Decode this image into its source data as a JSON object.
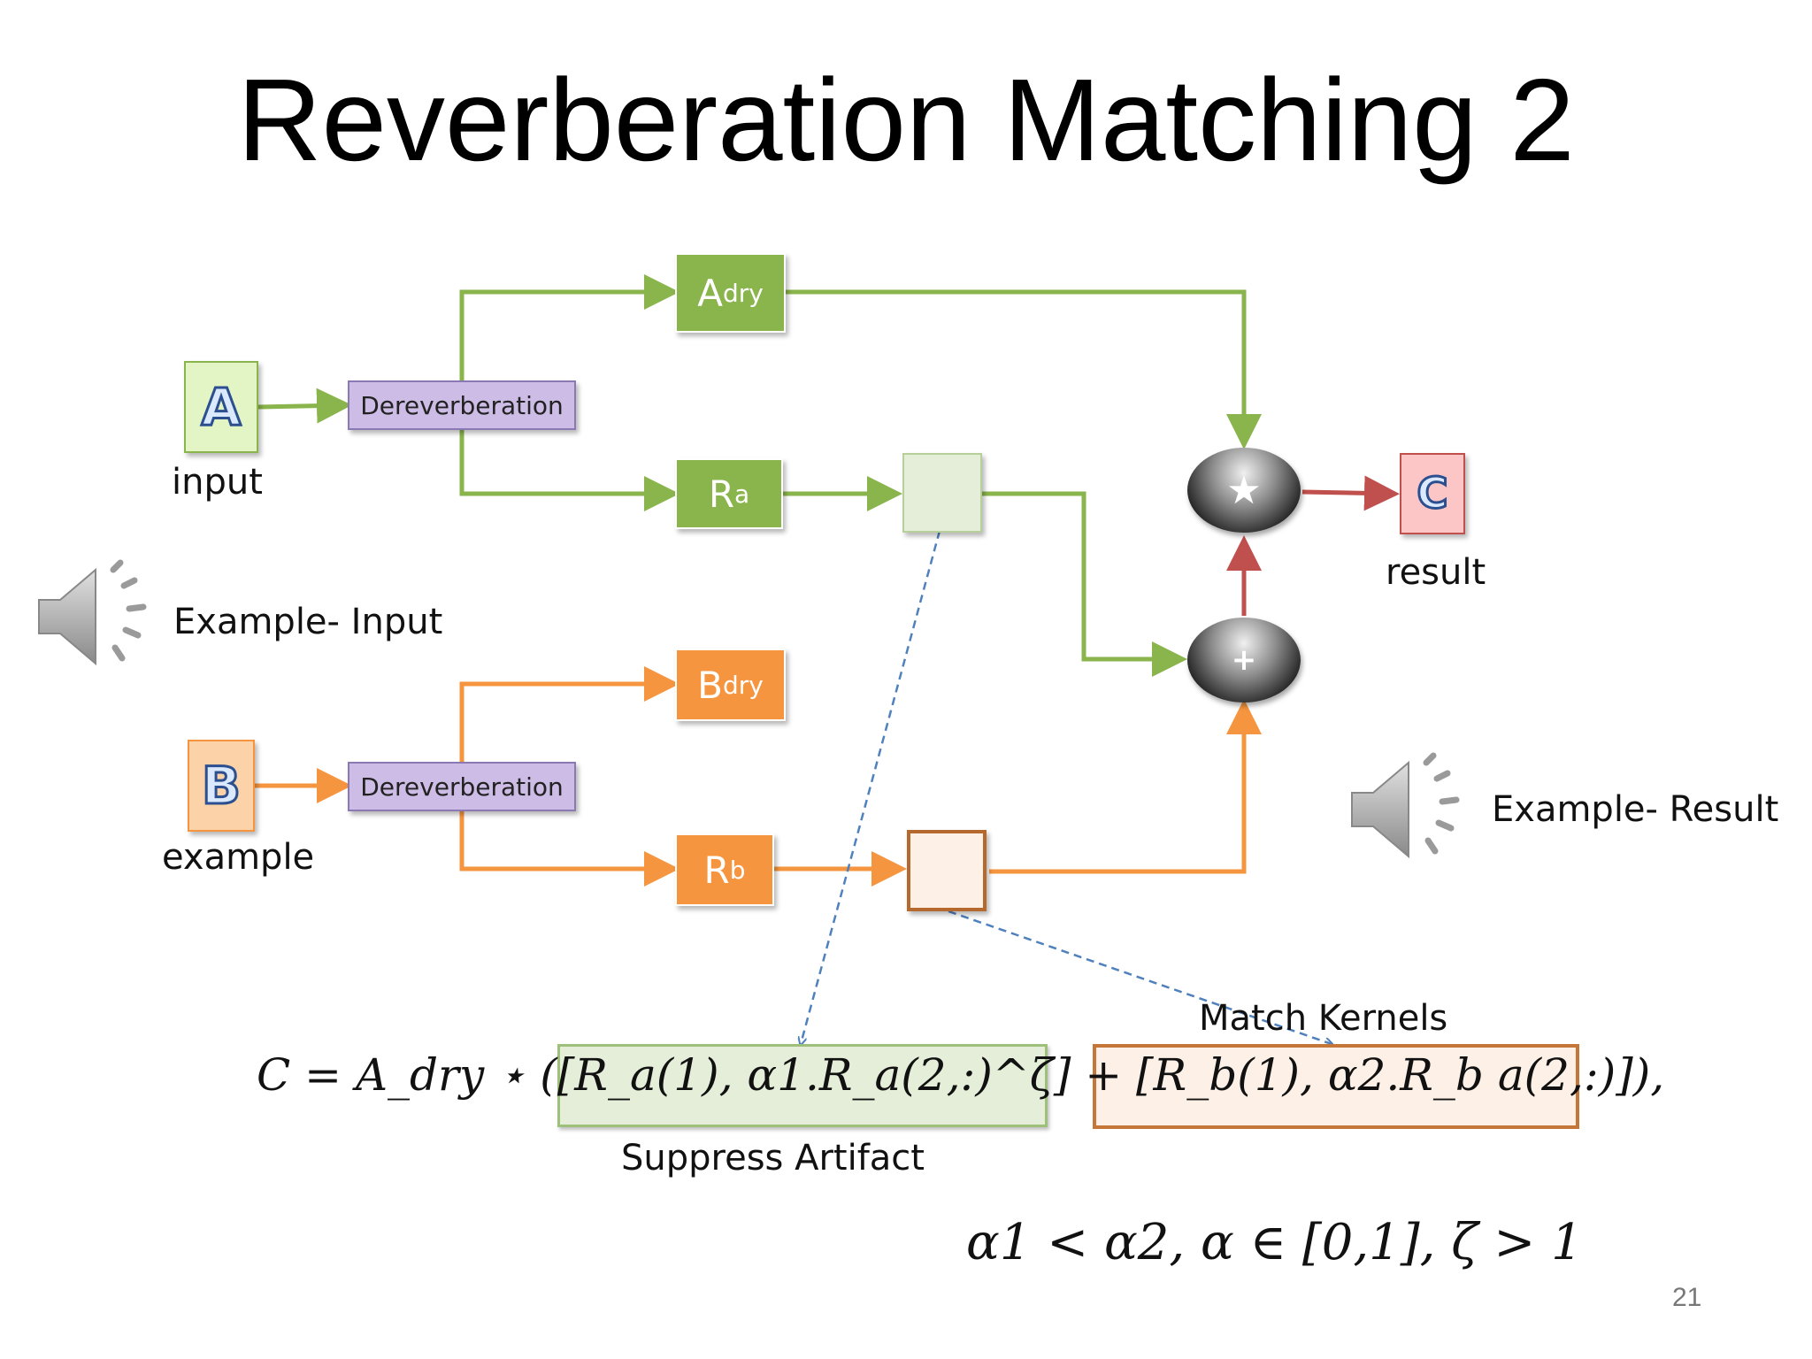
{
  "title": "Reverberation Matching 2",
  "nodes": {
    "A": "A",
    "B": "B",
    "C": "C",
    "dereverb_top": "Dereverberation",
    "dereverb_bottom": "Dereverberation",
    "adry_main": "A",
    "adry_sub": "dry",
    "ra_main": "R",
    "ra_sub": "a",
    "bdry_main": "B",
    "bdry_sub": "dry",
    "rb_main": "R",
    "rb_sub": "b",
    "star_op": "★",
    "plus_op": "+"
  },
  "labels": {
    "input": "input",
    "example": "example",
    "result": "result",
    "example_input": "Example- Input",
    "example_result": "Example- Result",
    "match_kernels": "Match Kernels",
    "suppress_artifact": "Suppress Artifact"
  },
  "formula": {
    "main": "C = A_dry ⋆ ([R_a(1), α1.R_a(2,:)^ζ] + [R_b(1), α2.R_b a(2,:)]),",
    "constraints": "α1 < α2,  α ∈ [0,1],  ζ > 1"
  },
  "page_number": "21",
  "colors": {
    "green": "#8ab44c",
    "orange": "#f5953f",
    "red": "#c0504d",
    "purple": "#cdbce6",
    "dashed_blue": "#4f81bd"
  },
  "icons": [
    "speaker-icon",
    "speaker-icon"
  ]
}
